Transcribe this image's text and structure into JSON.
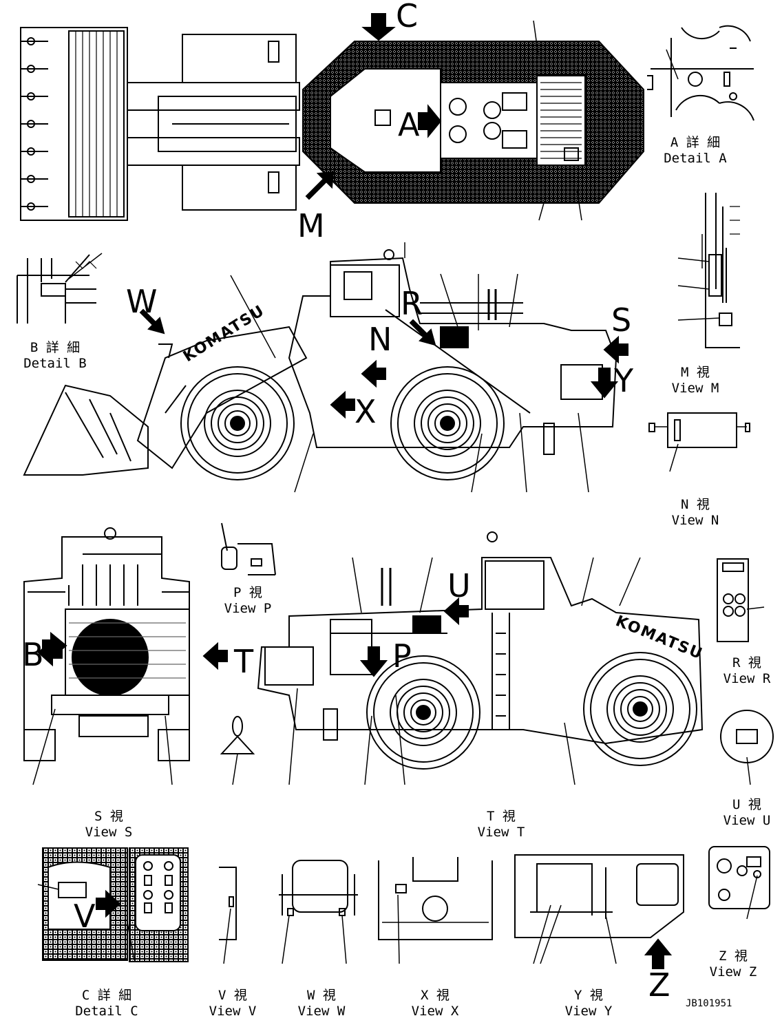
{
  "sheet": {
    "code": "JB101951",
    "views": [
      {
        "id": "detail-a",
        "jp": "A 詳 細",
        "en": "Detail A"
      },
      {
        "id": "detail-b",
        "jp": "B 詳 細",
        "en": "Detail B"
      },
      {
        "id": "view-m",
        "jp": "M 視",
        "en": "View M"
      },
      {
        "id": "view-n",
        "jp": "N 視",
        "en": "View N"
      },
      {
        "id": "view-p",
        "jp": "P 視",
        "en": "View P"
      },
      {
        "id": "view-r",
        "jp": "R 視",
        "en": "View R"
      },
      {
        "id": "view-s",
        "jp": "S 視",
        "en": "View S"
      },
      {
        "id": "view-t",
        "jp": "T 視",
        "en": "View T"
      },
      {
        "id": "view-u",
        "jp": "U 視",
        "en": "View U"
      },
      {
        "id": "detail-c",
        "jp": "C 詳 細",
        "en": "Detail C"
      },
      {
        "id": "view-v",
        "jp": "V 視",
        "en": "View V"
      },
      {
        "id": "view-w",
        "jp": "W 視",
        "en": "View W"
      },
      {
        "id": "view-x",
        "jp": "X 視",
        "en": "View X"
      },
      {
        "id": "view-y",
        "jp": "Y 視",
        "en": "View Y"
      },
      {
        "id": "view-z",
        "jp": "Z 視",
        "en": "View Z"
      }
    ],
    "markers": {
      "a": "A",
      "b": "B",
      "c": "C",
      "m": "M",
      "n": "N",
      "p": "P",
      "r": "R",
      "s": "S",
      "t": "T",
      "u": "U",
      "v": "V",
      "w": "W",
      "x": "X",
      "y": "Y",
      "z": "Z"
    },
    "brand": "KOMATSU"
  }
}
